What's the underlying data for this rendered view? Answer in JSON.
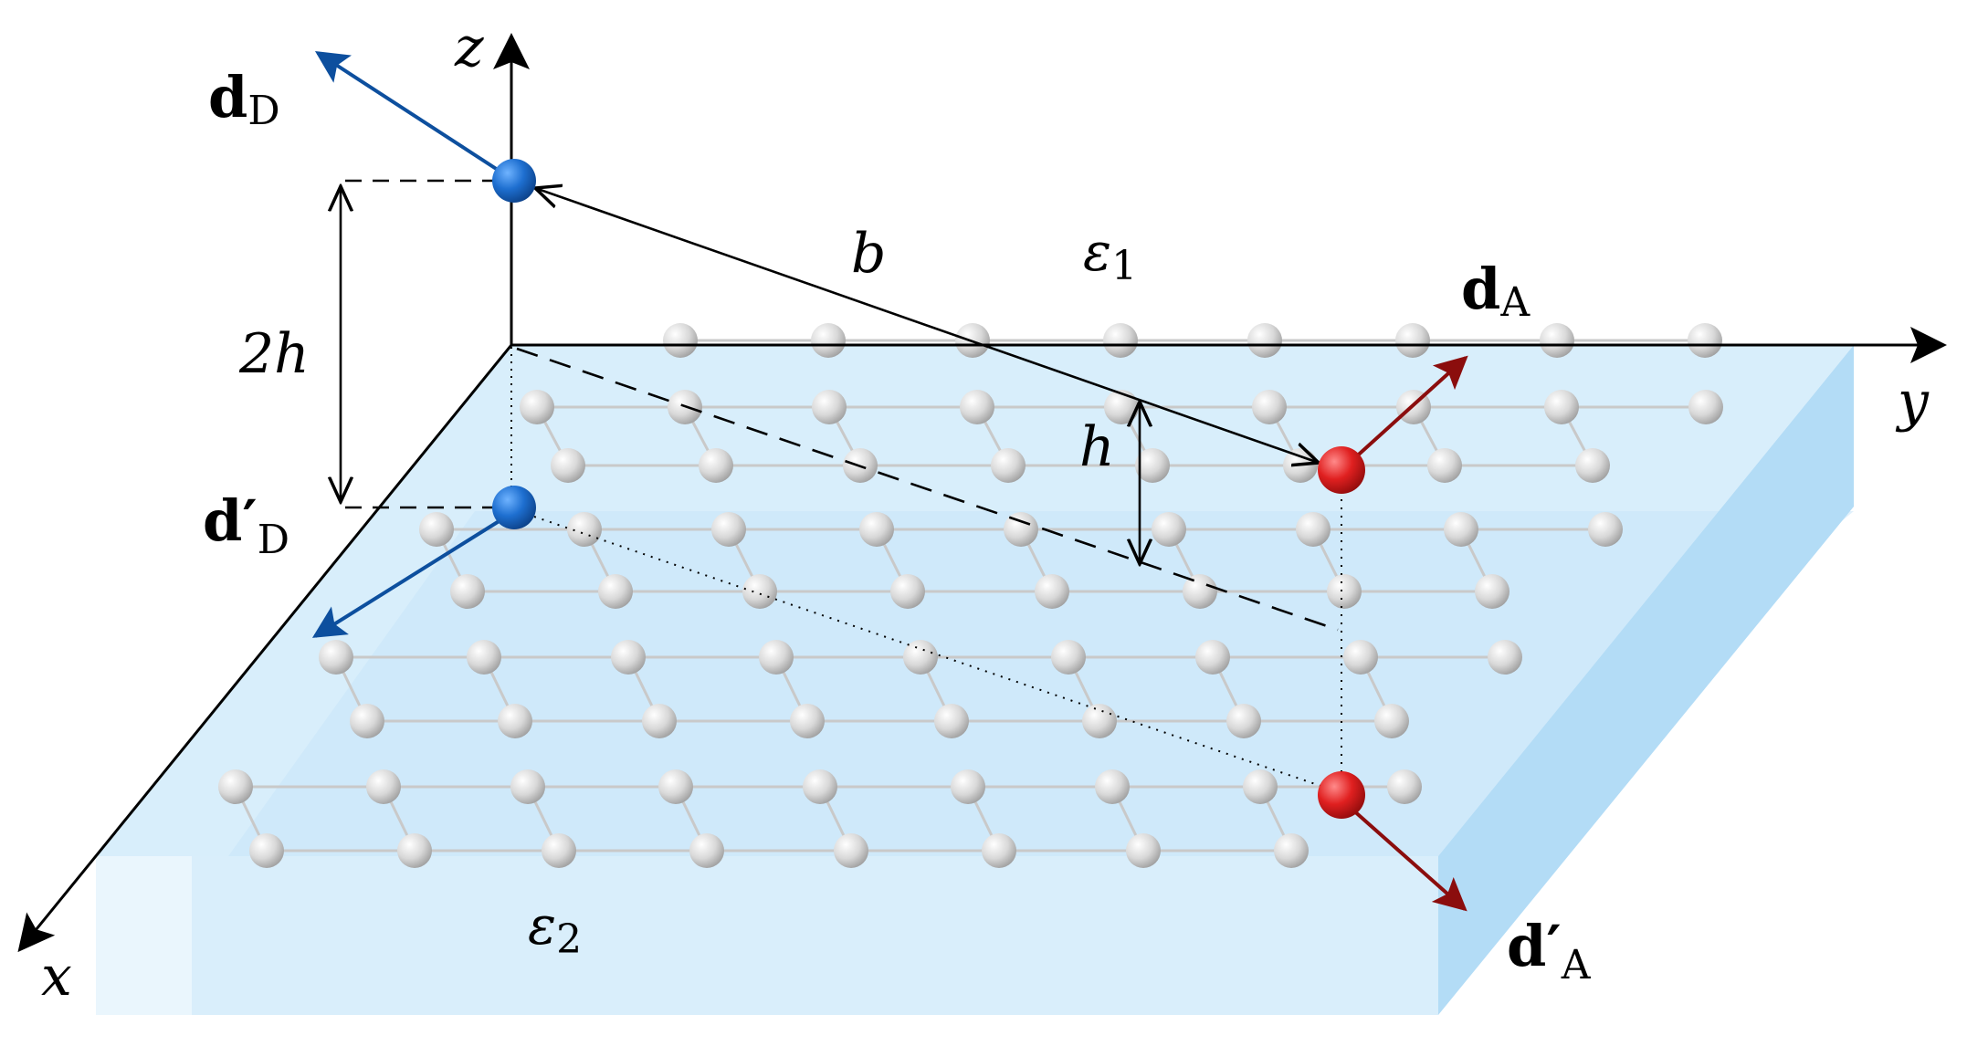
{
  "labels": {
    "axis_x": "x",
    "axis_y": "y",
    "axis_z": "z",
    "eps1_sym": "ε",
    "eps1_sub": "1",
    "eps2_sym": "ε",
    "eps2_sub": "2",
    "b": "b",
    "h": "h",
    "two_h": "2h",
    "d_D_main": "d",
    "d_D_sub": "D",
    "d_A_main": "d",
    "d_A_sub": "A",
    "d_D_img_main": "d′",
    "d_D_img_sub": "D",
    "d_A_img_main": "d′",
    "d_A_img_sub": "A"
  },
  "colors": {
    "donor": "#1565c0",
    "donor_arrow": "#0d4f9e",
    "acceptor": "#d62020",
    "acceptor_arrow": "#8b0d0d",
    "lattice_atom": "#d9d9d9",
    "lattice_bond": "#c9c9c9",
    "substrate_top": "#d3ebfa",
    "substrate_front": "#d9eefb",
    "substrate_side": "#b5ddf6"
  }
}
